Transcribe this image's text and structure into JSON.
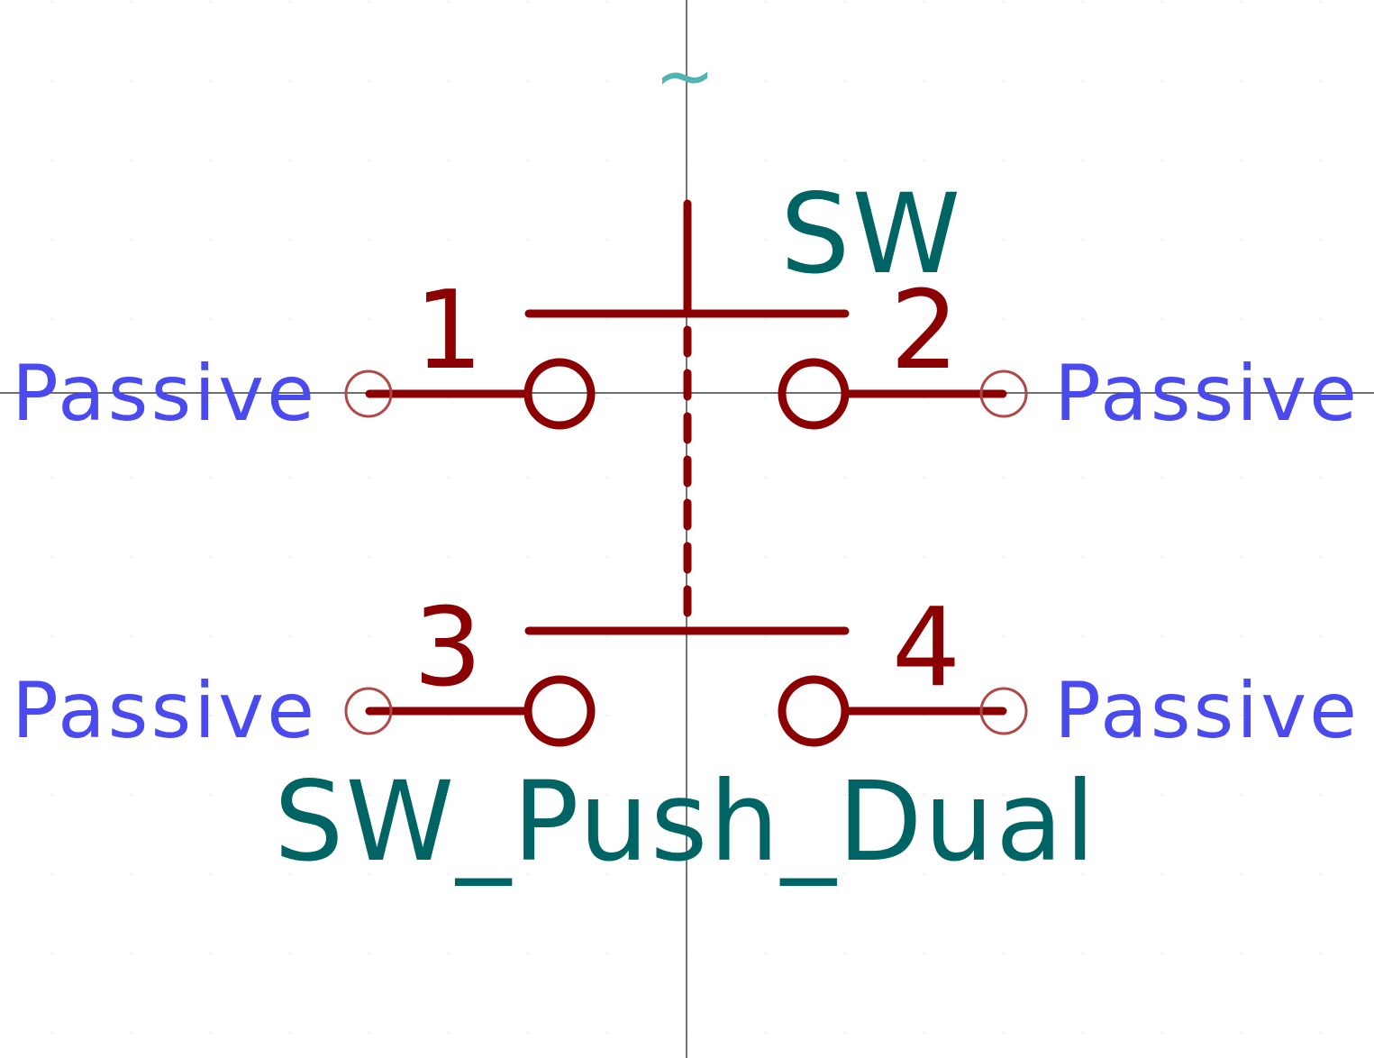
{
  "symbol": {
    "reference": "SW",
    "value": "SW_Push_Dual",
    "footprint_mark": "~"
  },
  "pins": [
    {
      "number": "1",
      "type": "Passive"
    },
    {
      "number": "2",
      "type": "Passive"
    },
    {
      "number": "3",
      "type": "Passive"
    },
    {
      "number": "4",
      "type": "Passive"
    }
  ],
  "colors": {
    "body": "#8b0000",
    "pin_type_text": "#4a4aee",
    "reference_text": "#006464",
    "pin_end_circle": "#b04848",
    "footprint_mark": "#50b4b4"
  }
}
